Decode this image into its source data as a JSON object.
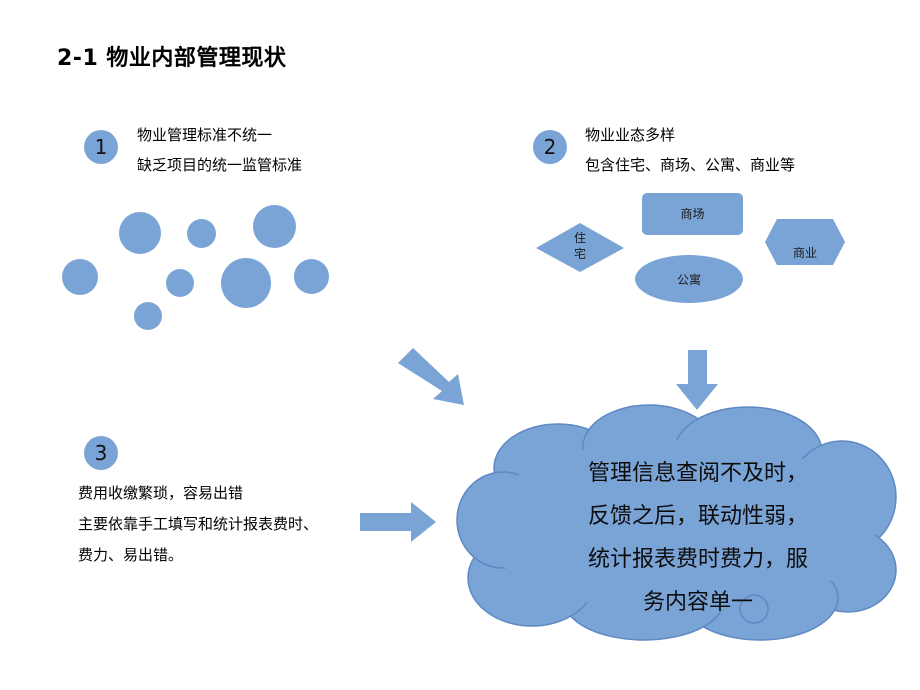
{
  "title": "2-1 物业内部管理现状",
  "items": [
    {
      "num": "1",
      "lines": [
        "物业管理标准不统一",
        "缺乏项目的统一监管标准"
      ]
    },
    {
      "num": "2",
      "lines": [
        "物业业态多样",
        "包含住宅、商场、公寓、商业等"
      ]
    },
    {
      "num": "3",
      "lines": [
        "费用收缴繁琐，容易出错",
        "主要依靠手工填写和统计报表费时、",
        "费力、易出错。"
      ]
    }
  ],
  "shapes": {
    "mall": "商场",
    "residence": "住\n宅",
    "apartment": "公寓",
    "commercial": "商业"
  },
  "cloud_lines": [
    "管理信息查阅不及时，",
    "反馈之后，联动性弱，",
    "统计报表费时费力，服",
    "务内容单一"
  ],
  "colors": {
    "accent": "#7aa3d6",
    "accent_dark": "#5e89c2"
  }
}
